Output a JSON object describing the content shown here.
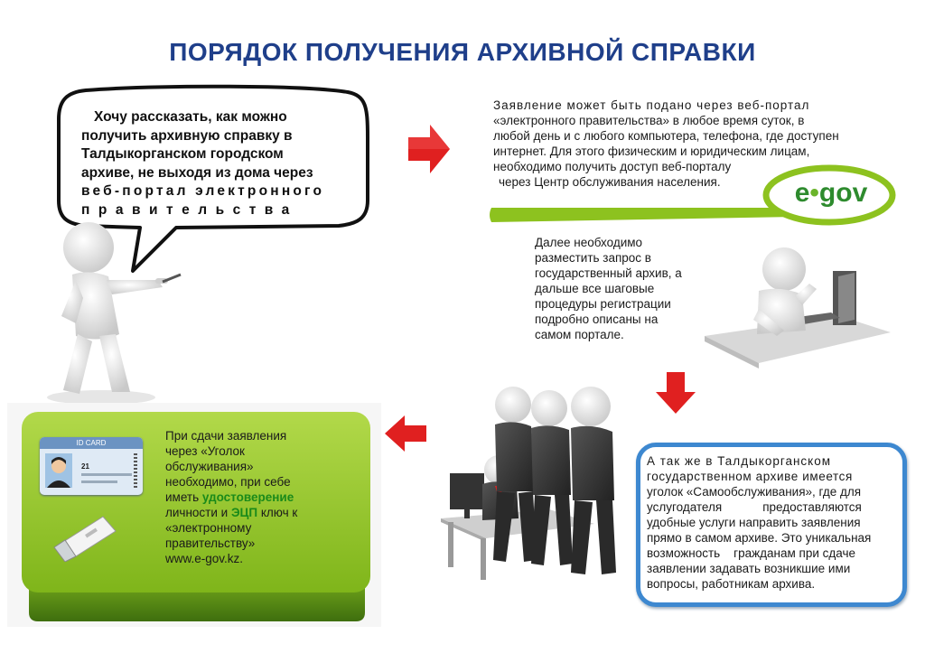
{
  "title": "ПОРЯДОК ПОЛУЧЕНИЯ АРХИВНОЙ СПРАВКИ",
  "speech": {
    "lines": [
      "Хочу рассказать, как можно",
      "получить архивную справку в",
      "Талдыкорганском городском",
      "архиве, не выходя из дома через",
      "веб-портал электронного",
      "правительства"
    ]
  },
  "portal_text": {
    "lines": [
      "Заявление может быть подано через веб-портал",
      "«электронного правительства»   в любое время суток, в",
      "любой день и с любого компьютера, телефона, где доступен",
      "интернет. Для этого физическим и юридическим лицам,",
      "необходимо получить доступ веб-порталу",
      "через Центр обслуживания населения."
    ]
  },
  "egov_logo": {
    "prefix": "e",
    "suffix": "gov",
    "color": "#2e8b2e"
  },
  "register_text": {
    "lines": [
      "Далее необходимо",
      "разместить запрос в",
      "государственный архив, а",
      "дальше все шаговые",
      "процедуры регистрации",
      "подробно описаны на",
      "самом портале."
    ]
  },
  "card_panel": {
    "id_card_label": "ID CARD",
    "id_card_number": "21",
    "lines": [
      "При сдачи заявления",
      "через «Уголок",
      "обслуживания»",
      "необходимо,  при себе"
    ],
    "line5_prefix": "иметь ",
    "line5_highlight": "удостоверение",
    "line6_prefix": "личности и ",
    "line6_highlight": "ЭЦП",
    "line6_suffix": "  ключ к",
    "tail_lines": [
      "«электронному",
      "правительству»",
      "www.e-gov.kz."
    ]
  },
  "self_service_text": {
    "lines": [
      "А так же в Талдыкорганском",
      "государственном архиве имеется",
      "уголок «Самообслуживания», где для",
      "услугодателя            предоставляются",
      "удобные услуги направить заявления",
      "прямо в самом архиве. Это уникальная",
      "возможность    гражданам при сдаче",
      "заявлении задавать возникшие ими",
      "вопросы, работникам архива."
    ]
  },
  "colors": {
    "title": "#1f3f8a",
    "arrow": "#e02020",
    "green_panel": "#8dc21f",
    "blue_border": "#3d88d0",
    "highlight_green": "#1a8a1a"
  }
}
